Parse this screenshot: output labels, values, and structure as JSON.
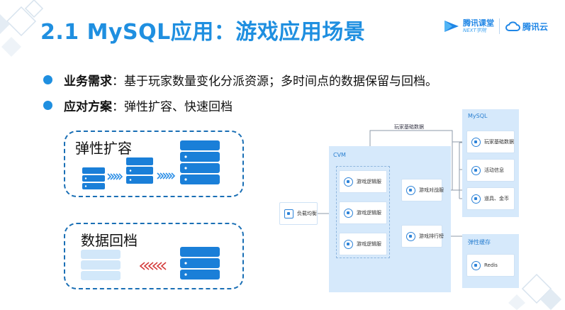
{
  "slide": {
    "title": "2.1 MySQL应用：游戏应用场景",
    "logo": {
      "brand1": "腾讯课堂",
      "brand1_sub": "NEXT学院",
      "brand2": "腾讯云"
    },
    "bullets": [
      {
        "label": "业务需求",
        "text": "：基于玩家数量变化分派资源；多时间点的数据保留与回档。"
      },
      {
        "label": "应对方案",
        "text": "：弹性扩容、快速回档"
      }
    ],
    "left_groups": [
      {
        "title": "弹性扩容"
      },
      {
        "title": "数据回档"
      }
    ],
    "diagram": {
      "top_edge_label": "玩家基础数据",
      "cvm_title": "CVM",
      "load_balancer": "负载均衡",
      "logic_servers": [
        "游戏逻辑服",
        "游戏逻辑服",
        "游戏逻辑服"
      ],
      "battle_server": "游戏对战服",
      "rank_server": "游戏排行榜",
      "mysql_title": "MySQL",
      "mysql_items": [
        "玩家基础数据",
        "活动信息",
        "道具、金币"
      ],
      "cache_title": "弹性缓存",
      "cache_items": [
        "Redis"
      ]
    }
  },
  "colors": {
    "accent": "#1f8fe0",
    "dashed_border": "#1a6fb5",
    "panel": "#d6e9fb",
    "icon": "#2d83d8"
  },
  "icons": [
    "tencent-classroom-logo-icon",
    "tencent-cloud-logo-icon",
    "server-stack-icon",
    "arrow-chevrons-icon",
    "load-balancer-icon",
    "server-node-icon",
    "database-icon"
  ]
}
